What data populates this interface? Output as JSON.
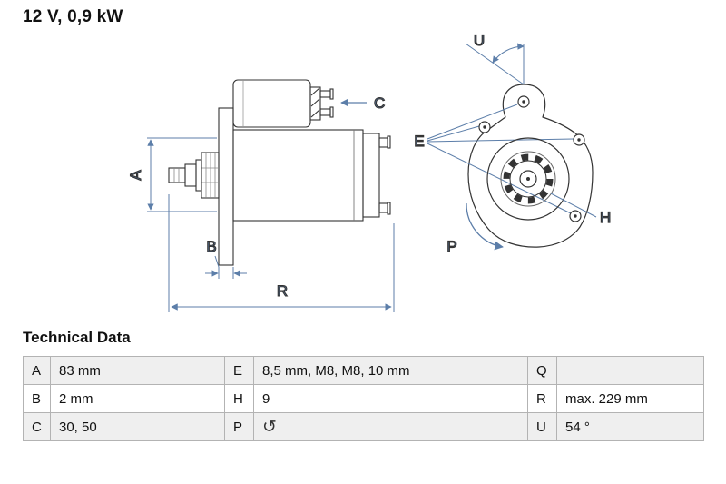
{
  "header": {
    "title": "12 V, 0,9 kW"
  },
  "diagram": {
    "annotation_color": "#5c7ea9",
    "labels": {
      "A": "A",
      "B": "B",
      "C": "C",
      "R": "R",
      "U": "U",
      "E": "E",
      "H": "H",
      "P": "P"
    }
  },
  "technical_data": {
    "heading": "Technical Data",
    "rotation_icon": {
      "name": "rotation-ccw-icon",
      "glyph": "↺"
    },
    "rows": [
      {
        "c0": "A",
        "v0": "83 mm",
        "c1": "E",
        "v1": "8,5 mm, M8, M8, 10 mm",
        "c2": "Q",
        "v2": ""
      },
      {
        "c0": "B",
        "v0": "2 mm",
        "c1": "H",
        "v1": "9",
        "c2": "R",
        "v2": "max. 229 mm"
      },
      {
        "c0": "C",
        "v0": "30, 50",
        "c1": "P",
        "v1": "",
        "c2": "U",
        "v2": "54 °"
      }
    ]
  }
}
